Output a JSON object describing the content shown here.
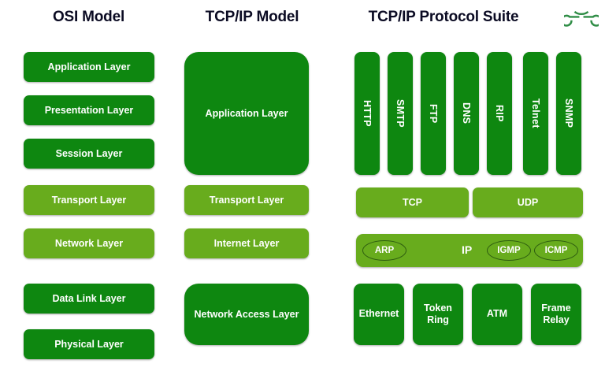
{
  "titles": {
    "osi": "OSI Model",
    "tcpip": "TCP/IP Model",
    "suite": "TCP/IP Protocol Suite"
  },
  "logo": {
    "name": "geeksforgeeks-logo",
    "color": "#2f8d46"
  },
  "colors": {
    "dark_green": "#0e8710",
    "light_green": "#68ac1d",
    "text_on_box": "#ffffff",
    "heading": "#0b0b23",
    "background": "#ffffff",
    "ellipse_outline": "#2d5c10"
  },
  "osi_model": {
    "layers": [
      {
        "label": "Application Layer",
        "shade": "dark"
      },
      {
        "label": "Presentation Layer",
        "shade": "dark"
      },
      {
        "label": "Session Layer",
        "shade": "dark"
      },
      {
        "label": "Transport Layer",
        "shade": "light"
      },
      {
        "label": "Network Layer",
        "shade": "light"
      },
      {
        "label": "Data Link Layer",
        "shade": "dark"
      },
      {
        "label": "Physical Layer",
        "shade": "dark"
      }
    ]
  },
  "tcpip_model": {
    "layers": [
      {
        "label": "Application Layer",
        "shade": "dark"
      },
      {
        "label": "Transport Layer",
        "shade": "light"
      },
      {
        "label": "Internet Layer",
        "shade": "light"
      },
      {
        "label": "Network Access Layer",
        "shade": "dark"
      }
    ]
  },
  "protocol_suite": {
    "application_protocols": [
      {
        "label": "HTTP"
      },
      {
        "label": "SMTP"
      },
      {
        "label": "FTP"
      },
      {
        "label": "DNS"
      },
      {
        "label": "RIP"
      },
      {
        "label": "Telnet"
      },
      {
        "label": "SNMP"
      }
    ],
    "transport_protocols": [
      {
        "label": "TCP"
      },
      {
        "label": "UDP"
      }
    ],
    "internet_band": {
      "main": "IP",
      "side_protocols": [
        {
          "label": "ARP"
        },
        {
          "label": "IGMP"
        },
        {
          "label": "ICMP"
        }
      ]
    },
    "network_access_protocols": [
      {
        "label": "Ethernet",
        "line1": "Ethernet",
        "line2": ""
      },
      {
        "label": "Token Ring",
        "line1": "Token",
        "line2": "Ring"
      },
      {
        "label": "ATM",
        "line1": "ATM",
        "line2": ""
      },
      {
        "label": "Frame Relay",
        "line1": "Frame",
        "line2": "Relay"
      }
    ]
  }
}
